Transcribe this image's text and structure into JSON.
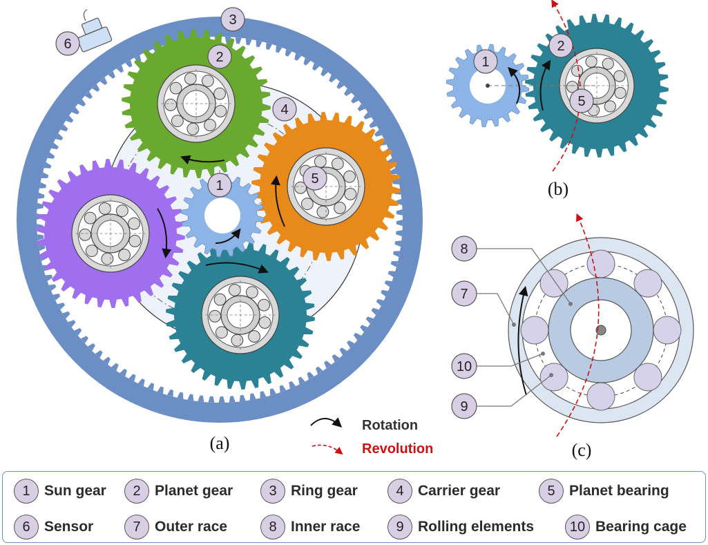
{
  "panels": {
    "a": "(a)",
    "b": "(b)",
    "c": "(c)"
  },
  "motion_legend": {
    "rotation": "Rotation",
    "revolution": "Revolution"
  },
  "markers": {
    "a": [
      "6",
      "3",
      "2",
      "4",
      "5",
      "1"
    ],
    "b": [
      "1",
      "2",
      "5"
    ],
    "c": [
      "8",
      "7",
      "10",
      "9"
    ]
  },
  "legend": [
    {
      "num": "1",
      "label": "Sun gear"
    },
    {
      "num": "2",
      "label": "Planet gear"
    },
    {
      "num": "3",
      "label": "Ring gear"
    },
    {
      "num": "4",
      "label": "Carrier gear"
    },
    {
      "num": "5",
      "label": "Planet bearing"
    },
    {
      "num": "6",
      "label": "Sensor"
    },
    {
      "num": "7",
      "label": "Outer race"
    },
    {
      "num": "8",
      "label": "Inner race"
    },
    {
      "num": "9",
      "label": "Rolling elements"
    },
    {
      "num": "10",
      "label": "Bearing cage"
    }
  ],
  "colors": {
    "ring": "#6b8fc4",
    "sun": "#8cb4e6",
    "planet_green": "#6aa92f",
    "planet_orange": "#e88a1a",
    "planet_purple": "#a06ff0",
    "planet_teal": "#2a8294",
    "revolution": "#cc1111",
    "badge": "#d9cfe4"
  }
}
